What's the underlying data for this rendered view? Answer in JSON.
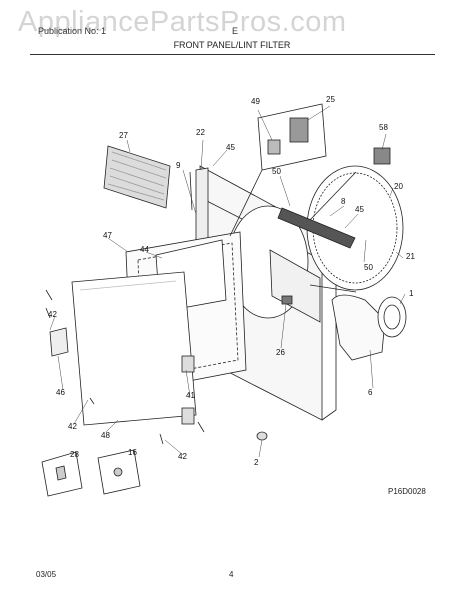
{
  "watermark": "AppliancePartsPros.com",
  "header": {
    "left_text": "Publication No: 1",
    "right_text": "E",
    "title": "FRONT PANEL/LINT FILTER"
  },
  "parts": {
    "p1": "1",
    "p2": "2",
    "p6": "6",
    "p8": "8",
    "p9": "9",
    "p16": "16",
    "p20": "20",
    "p21": "21",
    "p22": "22",
    "p25": "25",
    "p26": "26",
    "p27": "27",
    "p28": "28",
    "p41": "41",
    "p42a": "42",
    "p42b": "42",
    "p42c": "42",
    "p44": "44",
    "p45a": "45",
    "p45b": "45",
    "p46": "46",
    "p47": "47",
    "p48": "48",
    "p49": "49",
    "p50a": "50",
    "p50b": "50",
    "p58": "58"
  },
  "diagram_code": "P16D0028",
  "footer": {
    "date": "03/05",
    "page": "4"
  }
}
